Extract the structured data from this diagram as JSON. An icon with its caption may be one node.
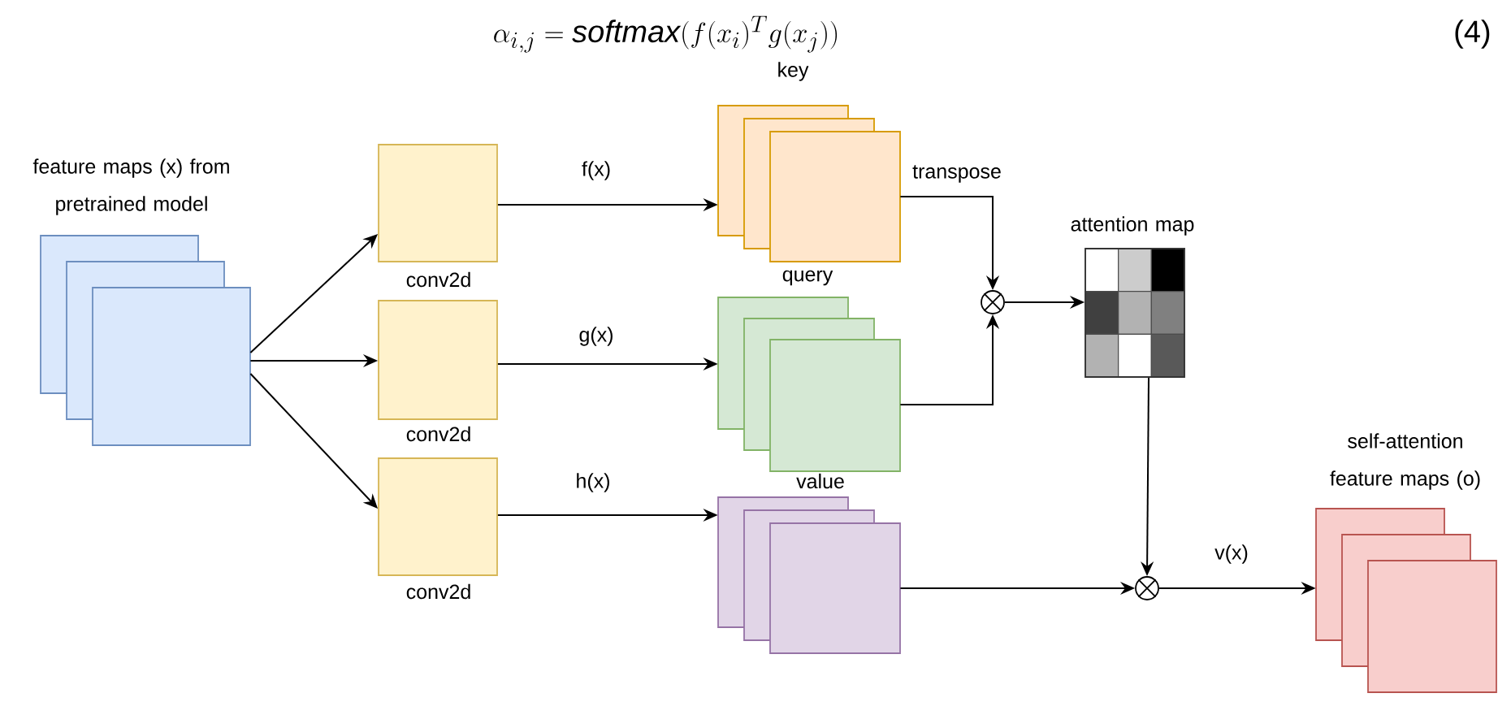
{
  "diagram": {
    "nodes": [
      {
        "text": [
          "feature maps (x) from pretrained model"
        ]
      },
      {
        "text": [
          "conv2d"
        ]
      },
      {
        "text": [
          "conv2d"
        ]
      },
      {
        "text": [
          "conv2d"
        ]
      },
      {
        "text": [
          "key"
        ]
      },
      {
        "text": [
          "query"
        ]
      },
      {
        "text": [
          "value"
        ]
      },
      {
        "text": [],
        "shape": "circle"
      },
      {
        "text": [
          "attention map"
        ]
      },
      {
        "text": [],
        "shape": "circle"
      },
      {
        "text": [
          "self-attention feature maps (o)"
        ]
      }
    ],
    "edges": [
      {
        "from": 0,
        "to": 1,
        "arrow": "to"
      },
      {
        "from": 0,
        "to": 2,
        "arrow": "to"
      },
      {
        "from": 0,
        "to": 3,
        "arrow": "to"
      },
      {
        "from": 1,
        "to": 4,
        "arrow": "to",
        "label": "f(x)"
      },
      {
        "from": 2,
        "to": 5,
        "arrow": "to",
        "label": "g(x)"
      },
      {
        "from": 3,
        "to": 6,
        "arrow": "to",
        "label": "h(x)"
      },
      {
        "from": 4,
        "to": 7,
        "arrow": "to",
        "label": "transpose"
      },
      {
        "from": 5,
        "to": 7,
        "arrow": "to"
      },
      {
        "from": 7,
        "to": 8,
        "arrow": "to"
      },
      {
        "from": 8,
        "to": 9,
        "arrow": "to"
      },
      {
        "from": 6,
        "to": 9,
        "arrow": "to"
      },
      {
        "from": 9,
        "to": 10,
        "arrow": "to",
        "label": "v(x)"
      }
    ],
    "labels": [
      "\\alpha_{i,j} = \\mathit{softmax}(f(x_i)^{T}g(x_j))",
      "(4)"
    ]
  }
}
